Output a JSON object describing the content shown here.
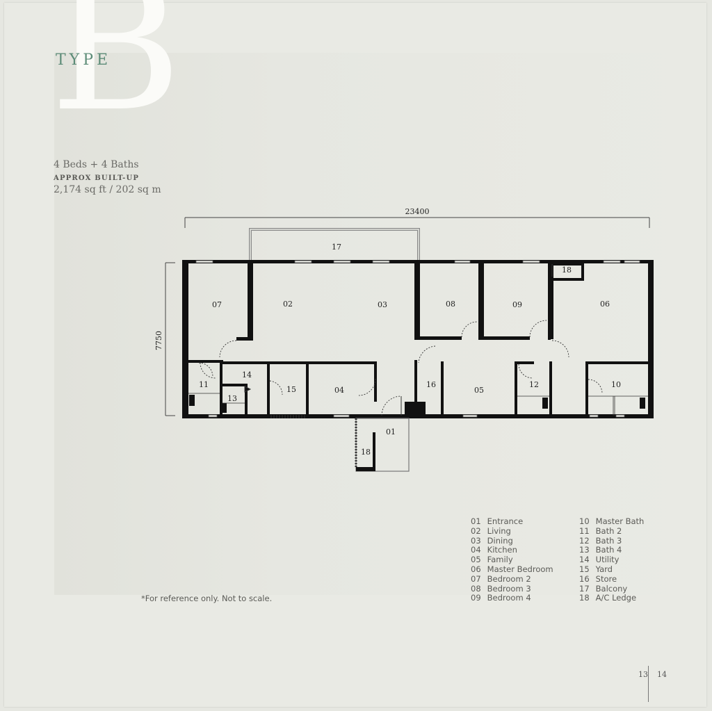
{
  "header": {
    "type_word": "TYPE",
    "letter": "B"
  },
  "specs": {
    "beds_baths": "4 Beds + 4 Baths",
    "approx_label": "APPROX BUILT-UP",
    "area": "2,174 sq ft / 202 sq m"
  },
  "plan": {
    "width_dim": "23400",
    "depth_dim": "7750",
    "rooms": {
      "r01": "01",
      "r02": "02",
      "r03": "03",
      "r04": "04",
      "r05": "05",
      "r06": "06",
      "r07": "07",
      "r08": "08",
      "r09": "09",
      "r10": "10",
      "r11": "11",
      "r12": "12",
      "r13": "13",
      "r14": "14",
      "r15": "15",
      "r16": "16",
      "r17": "17",
      "r18a": "18",
      "r18b": "18"
    }
  },
  "legend_left": [
    {
      "num": "01",
      "name": "Entrance"
    },
    {
      "num": "02",
      "name": "Living"
    },
    {
      "num": "03",
      "name": "Dining"
    },
    {
      "num": "04",
      "name": "Kitchen"
    },
    {
      "num": "05",
      "name": "Family"
    },
    {
      "num": "06",
      "name": "Master Bedroom"
    },
    {
      "num": "07",
      "name": "Bedroom 2"
    },
    {
      "num": "08",
      "name": "Bedroom 3"
    },
    {
      "num": "09",
      "name": "Bedroom 4"
    }
  ],
  "legend_right": [
    {
      "num": "10",
      "name": "Master Bath"
    },
    {
      "num": "11",
      "name": "Bath 2"
    },
    {
      "num": "12",
      "name": "Bath 3"
    },
    {
      "num": "13",
      "name": "Bath 4"
    },
    {
      "num": "14",
      "name": "Utility"
    },
    {
      "num": "15",
      "name": "Yard"
    },
    {
      "num": "16",
      "name": "Store"
    },
    {
      "num": "17",
      "name": "Balcony"
    },
    {
      "num": "18",
      "name": "A/C Ledge"
    }
  ],
  "note": "*For reference only. Not to scale.",
  "pages": {
    "left": "13",
    "right": "14"
  },
  "colors": {
    "accent": "#5d8c78",
    "wall": "#111111",
    "page": "#e9eae4"
  }
}
